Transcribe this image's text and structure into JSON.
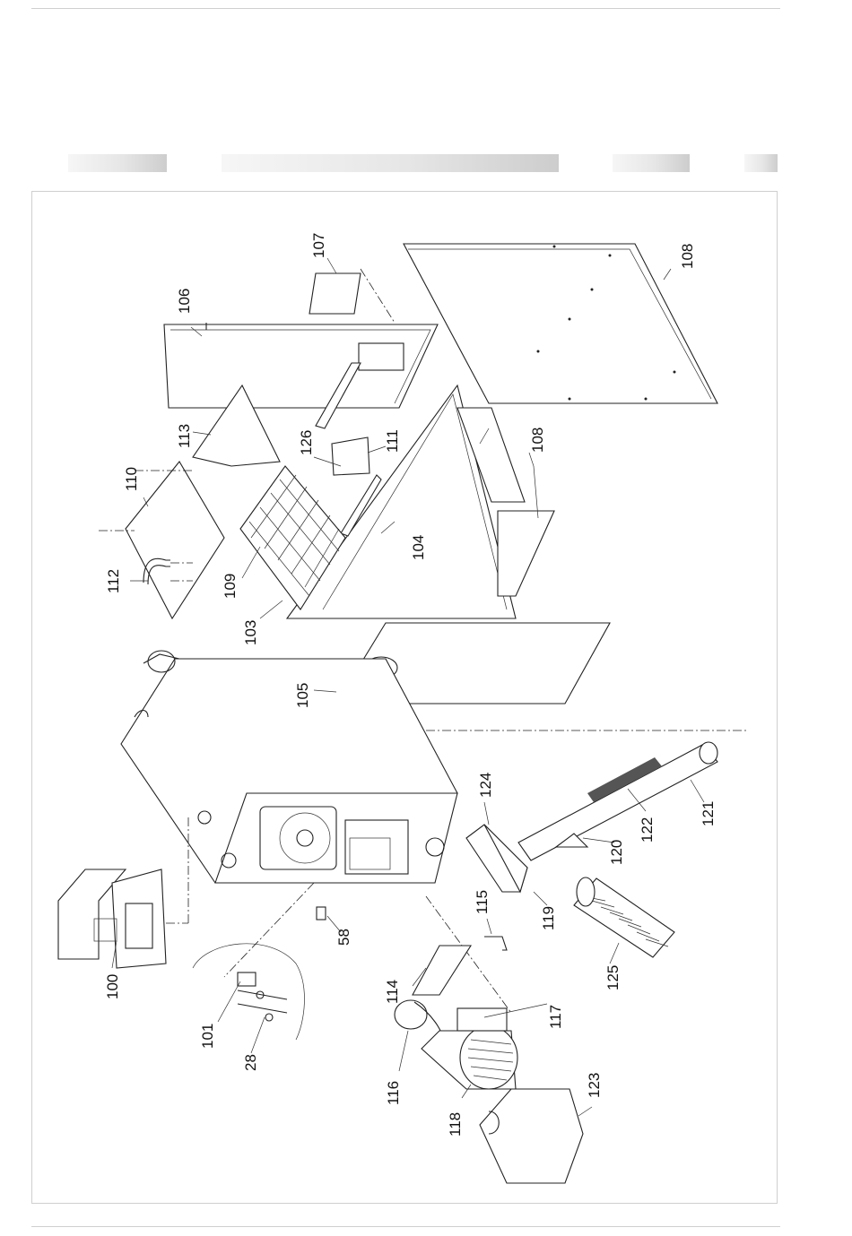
{
  "diagram": {
    "part_labels": [
      "107",
      "106",
      "108",
      "113",
      "126",
      "111",
      "110",
      "108",
      "112",
      "109",
      "104",
      "103",
      "105",
      "124",
      "122",
      "121",
      "120",
      "115",
      "119",
      "58",
      "100",
      "114",
      "117",
      "125",
      "101",
      "28",
      "116",
      "118",
      "123"
    ]
  },
  "colors": {
    "line": "#222222",
    "rule": "#cfcfcf",
    "bar": "#d6d6d6"
  }
}
